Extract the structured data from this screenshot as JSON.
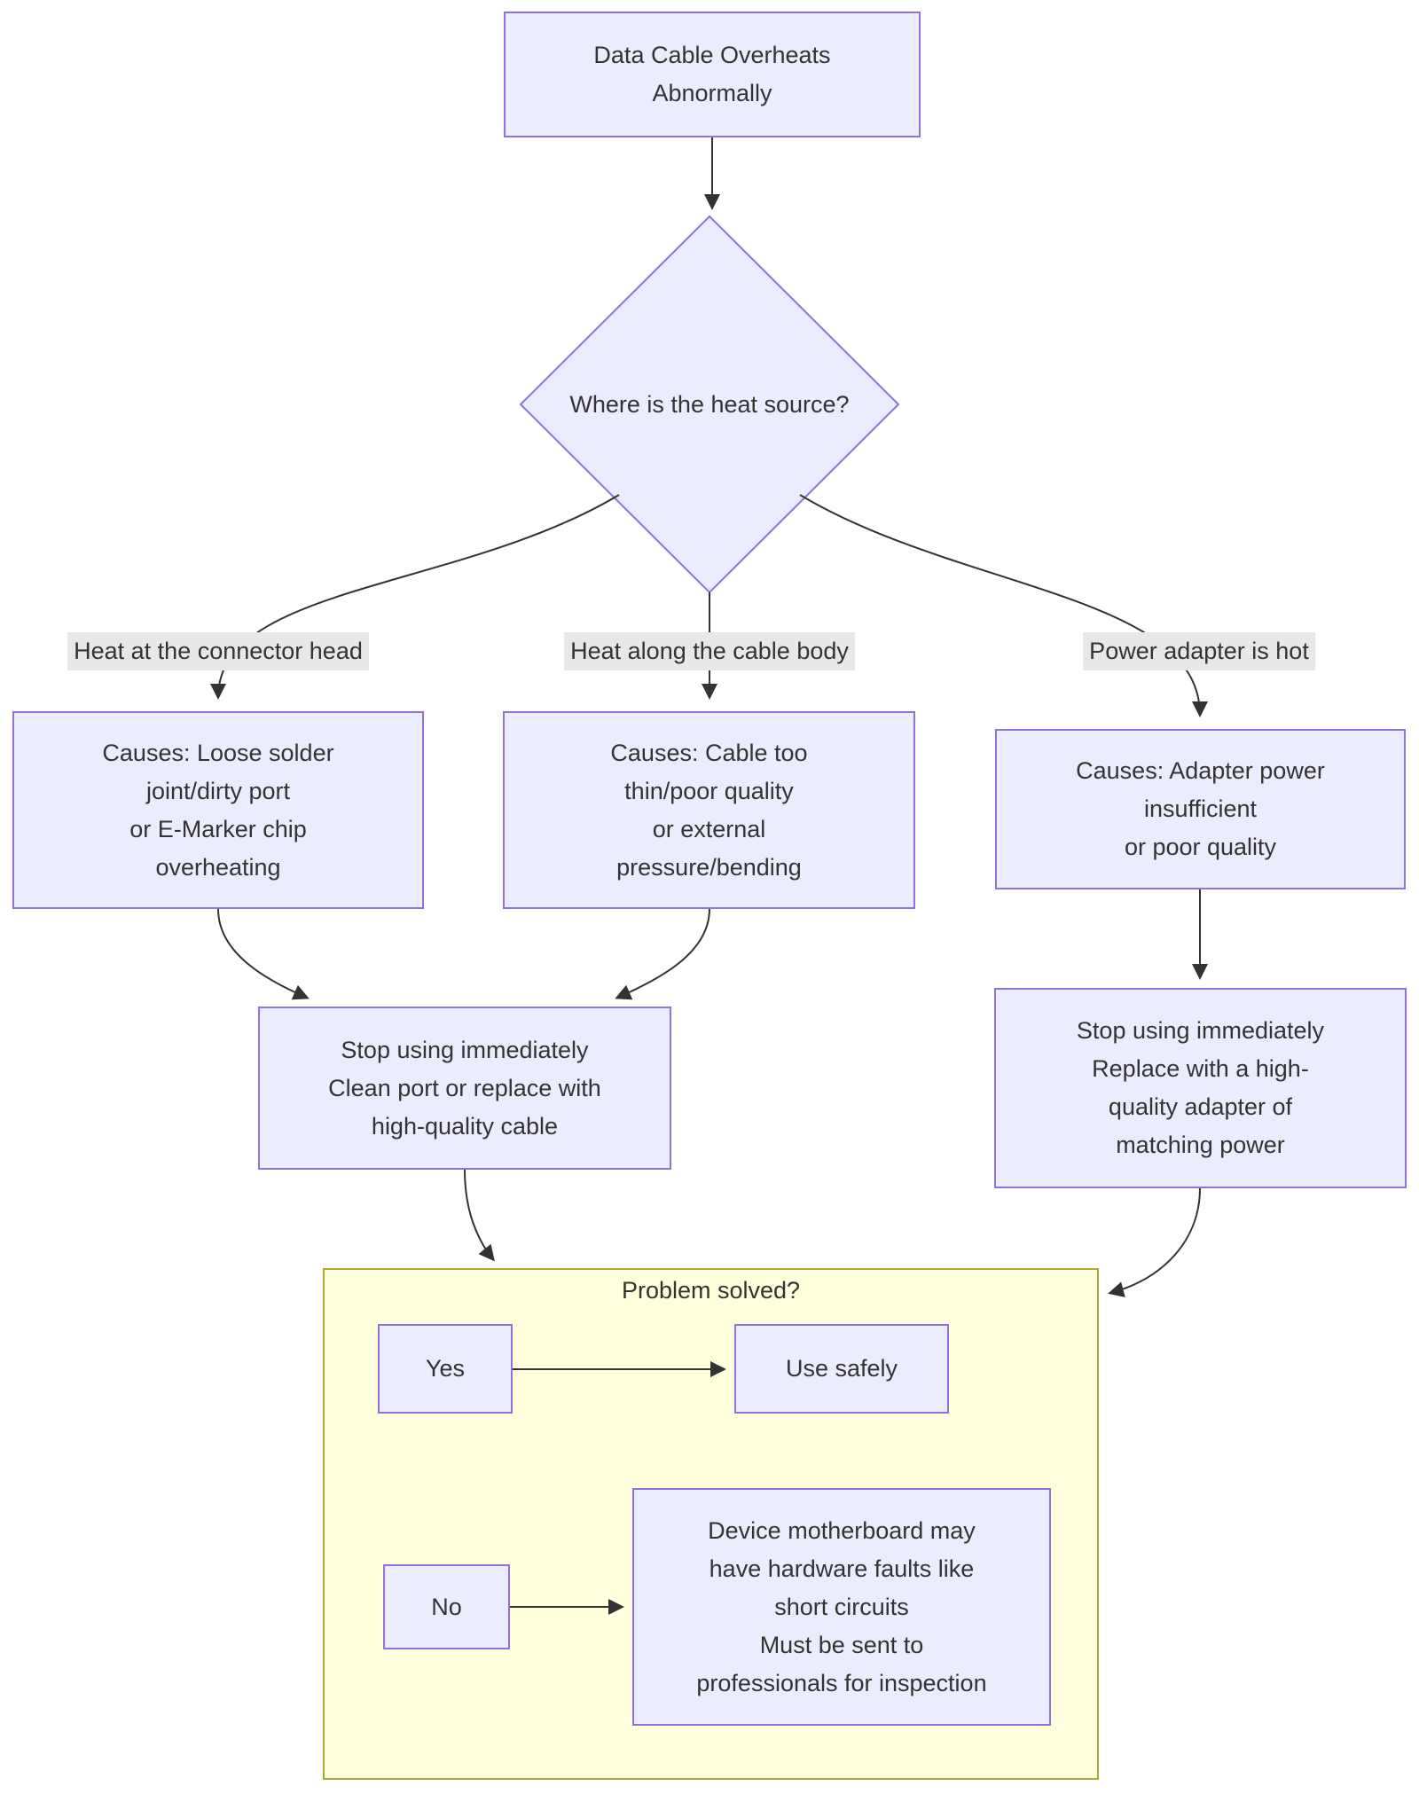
{
  "diagram": {
    "nodes": {
      "start": "Data Cable Overheats\nAbnormally",
      "decision": "Where is the heat source?",
      "cause_connector": "Causes: Loose solder\njoint/dirty port\nor E-Marker chip\noverheating",
      "cause_cable": "Causes: Cable too\nthin/poor quality\nor external\npressure/bending",
      "cause_adapter": "Causes: Adapter power\ninsufficient\nor poor quality",
      "action_cable": "Stop using immediately\nClean port or replace with\nhigh-quality cable",
      "action_adapter": "Stop using immediately\nReplace with a high-\nquality adapter of\nmatching power",
      "yes": "Yes",
      "use_safely": "Use safely",
      "no": "No",
      "final": "Device motherboard may\nhave hardware faults like\nshort circuits\nMust be sent to\nprofessionals for inspection"
    },
    "edge_labels": {
      "connector": "Heat at the connector head",
      "cable": "Heat along the cable body",
      "adapter": "Power adapter is hot"
    },
    "cluster_title": "Problem solved?",
    "colors": {
      "node_fill": "#ECECFF",
      "node_border": "#9370DB",
      "cluster_fill": "#ffffde",
      "cluster_border": "#aaaa33",
      "edge_stroke": "#333333",
      "edge_label_bg": "#e8e8e8",
      "text": "#333333"
    }
  }
}
